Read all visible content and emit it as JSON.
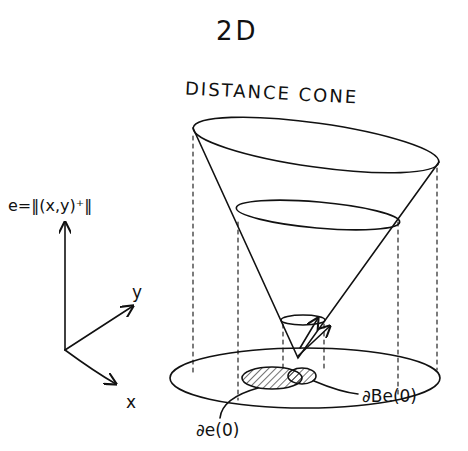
{
  "diagram": {
    "title": "2D",
    "labels": [
      "DISTANCE CONE",
      "e=‖(x,y)⁺‖",
      "y",
      "x",
      "∂Be(0)",
      "∂e(0)"
    ]
  }
}
